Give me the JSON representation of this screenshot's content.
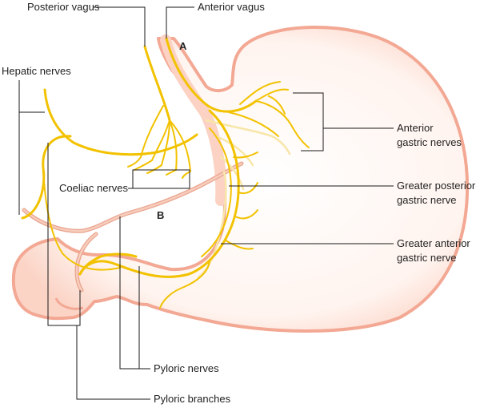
{
  "labels": {
    "posterior_vagus": "Posterior vagus",
    "anterior_vagus": "Anterior vagus",
    "hepatic_nerves": "Hepatic nerves",
    "anterior_gastric_nerves_1": "Anterior",
    "anterior_gastric_nerves_2": "gastric nerves",
    "coeliac_nerves": "Coeliac nerves",
    "greater_posterior_1": "Greater posterior",
    "greater_posterior_2": "gastric nerve",
    "greater_anterior_1": "Greater anterior",
    "greater_anterior_2": "gastric nerve",
    "pyloric_nerves": "Pyloric nerves",
    "pyloric_branches": "Pyloric branches",
    "marker_a": "A",
    "marker_b": "B"
  },
  "colors": {
    "stomach_fill": "#fde3da",
    "stomach_edge": "#f3a894",
    "nerve": "#f2c200",
    "nerve_pale": "#f8e6a8",
    "vessel": "#e9a48e"
  }
}
